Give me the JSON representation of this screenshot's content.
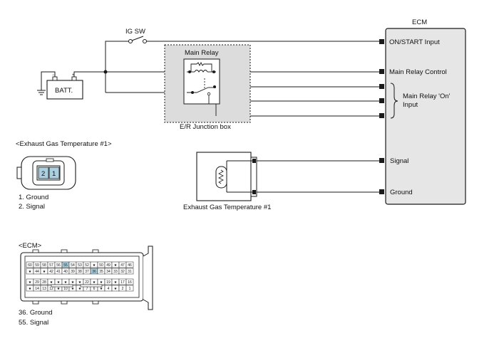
{
  "ecm": {
    "title": "ECM",
    "pins": {
      "on_start": "ON/START Input",
      "main_relay_control": "Main Relay Control",
      "signal": "Signal",
      "ground": "Ground"
    },
    "main_relay_on_input": [
      "Main Relay 'On'",
      "Input"
    ]
  },
  "ig_switch": "IG SW",
  "battery": "BATT.",
  "junction_box": {
    "name": "E/R Junction box",
    "relay_name": "Main Relay"
  },
  "sensor_name": "Exhaust Gas Temperature #1",
  "connector_sensor": {
    "title": "<Exhaust Gas Temperature #1>",
    "pin_numbers": [
      "2",
      "1"
    ],
    "pins": [
      "1. Ground",
      "2. Signal"
    ]
  },
  "connector_ecm": {
    "title": "<ECM>",
    "row1": [
      "60",
      "59",
      "58",
      "57",
      "56",
      "55",
      "54",
      "53",
      "52",
      "★",
      "50",
      "49",
      "★",
      "47",
      "46"
    ],
    "row2": [
      "★",
      "44",
      "★",
      "42",
      "41",
      "40",
      "39",
      "38",
      "37",
      "36",
      "35",
      "34",
      "33",
      "32",
      "31"
    ],
    "row3": [
      "★",
      "29",
      "28",
      "★",
      "★",
      "★",
      "★",
      "★",
      "22",
      "★",
      "★",
      "19",
      "★",
      "17",
      "16"
    ],
    "row4": [
      "★",
      "14",
      "13",
      "12",
      "★",
      "10",
      "★",
      "★",
      "7",
      "6",
      "★",
      "4",
      "★",
      "2",
      "1"
    ],
    "pins": [
      "36. Ground",
      "55. Signal"
    ]
  },
  "colors": {
    "line": "#1a1a1a",
    "ecm_fill": "#e6e6e6",
    "junction_fill": "#dcdcdc",
    "connector_pin_highlight": "#a9cfe0"
  }
}
